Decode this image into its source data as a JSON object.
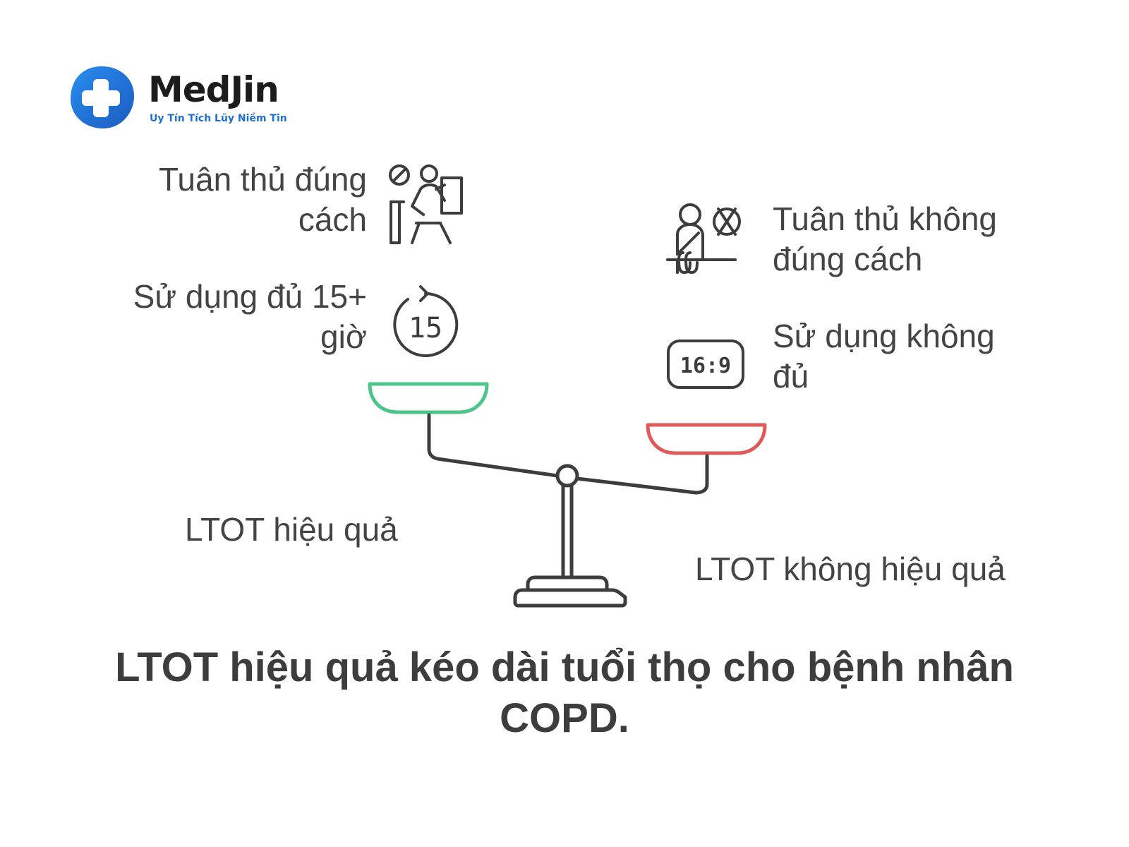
{
  "brand": {
    "name": "MedJin",
    "tagline": "Uy Tín Tích Lũy Niềm Tin",
    "primary_color": "#1f6fd1",
    "icon": "medical-cross-logo-icon"
  },
  "left_side": {
    "adherence": {
      "line1": "Tuân thủ đúng",
      "line2": "cách",
      "icon": "person-working-icon"
    },
    "usage": {
      "line1": "Sử dụng đủ 15+",
      "line2": "giờ",
      "icon": "timer-15-icon",
      "icon_text": "15"
    },
    "outcome": "LTOT hiệu quả",
    "pan_color": "#4cc48a"
  },
  "right_side": {
    "adherence": {
      "line1": "Tuân thủ không",
      "line2": "đúng cách",
      "icon": "person-refusing-icon"
    },
    "usage": {
      "line1": "Sử dụng không",
      "line2": "đủ",
      "icon": "digital-clock-icon",
      "icon_text": "16:9"
    },
    "outcome": "LTOT không hiệu quả",
    "pan_color": "#e05a5a"
  },
  "scale": {
    "icon": "balance-scale-icon",
    "stroke_color": "#3d3d3d"
  },
  "caption": {
    "line1": "LTOT hiệu quả kéo dài tuổi thọ cho bệnh nhân",
    "line2": "COPD."
  }
}
